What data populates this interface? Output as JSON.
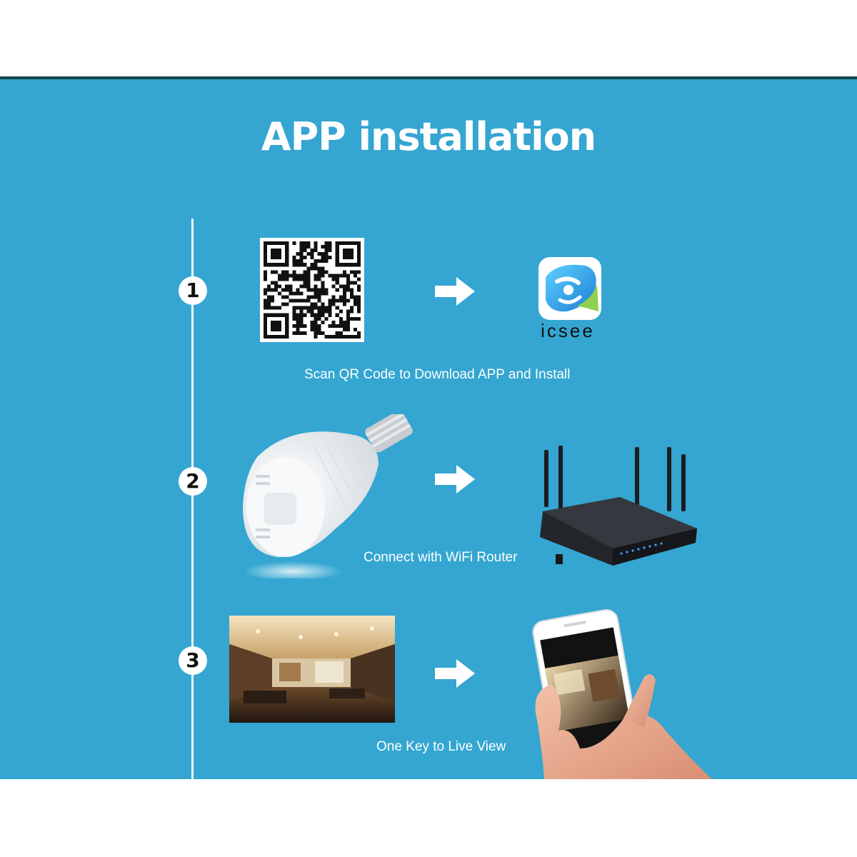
{
  "title": "APP installation",
  "steps": [
    {
      "number": "1",
      "caption": "Scan QR Code to Download APP and Install",
      "left_image": "qr-code",
      "right_image": "icsee-app-icon"
    },
    {
      "number": "2",
      "caption": "Connect with WiFi Router",
      "left_image": "bulb-camera",
      "right_image": "wifi-router"
    },
    {
      "number": "3",
      "caption": "One Key to Live View",
      "left_image": "room-photo",
      "right_image": "phone-in-hand"
    }
  ],
  "app_icon_label": "icsee",
  "colors": {
    "panel": "#34a6d1",
    "top_rule": "#16434f",
    "text": "#ffffff"
  }
}
